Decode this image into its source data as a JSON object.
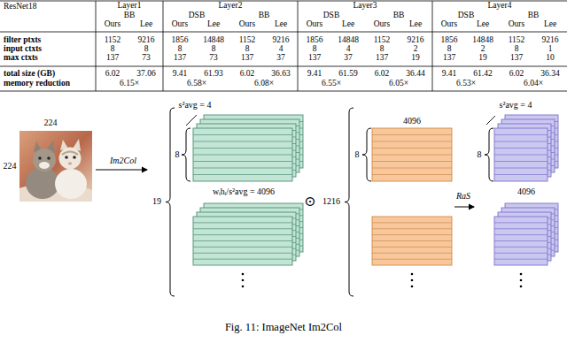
{
  "diagram": {
    "caption": "Fig. 11: ImageNet Im2Col",
    "labels": [
      "ResNet18",
      "Layer1",
      "Layer2",
      "Layer3",
      "Layer4",
      "BB",
      "DSB",
      "BB",
      "DSB",
      "BB",
      "DSB",
      "BB",
      "Ours",
      "Lee",
      "Ours",
      "Lee",
      "Ours",
      "Lee",
      "Ours",
      "Lee",
      "Ours",
      "Lee",
      "Ours",
      "Lee",
      "Ours",
      "Lee",
      "filter ptxts",
      "1152",
      "9216",
      "1856",
      "14848",
      "1152",
      "9216",
      "1856",
      "14848",
      "1152",
      "9216",
      "1856",
      "14848",
      "1152",
      "9216",
      "input ctxts",
      "8",
      "8",
      "8",
      "8",
      "8",
      "4",
      "8",
      "4",
      "8",
      "2",
      "8",
      "2",
      "8",
      "1",
      "max ctxts",
      "137",
      "73",
      "137",
      "73",
      "137",
      "37",
      "137",
      "37",
      "137",
      "19",
      "137",
      "19",
      "137",
      "10",
      "total size (GB)",
      "6.02",
      "37.06",
      "9.41",
      "61.93",
      "6.02",
      "36.63",
      "9.41",
      "61.59",
      "6.02",
      "36.44",
      "9.41",
      "61.42",
      "6.02",
      "36.34",
      "memory reduction",
      "6.15×",
      "6.58×",
      "6.08×",
      "6.55×",
      "6.05×",
      "6.53×",
      "6.04×",
      "224",
      "224",
      "Im2Col",
      "s²avg = 4",
      "8",
      "19",
      "wᵢhᵢ/s²avg = 4096",
      "⊙",
      "1216",
      "8",
      "4096",
      "RaS",
      "s²avg = 4",
      "8",
      "4096"
    ]
  }
}
